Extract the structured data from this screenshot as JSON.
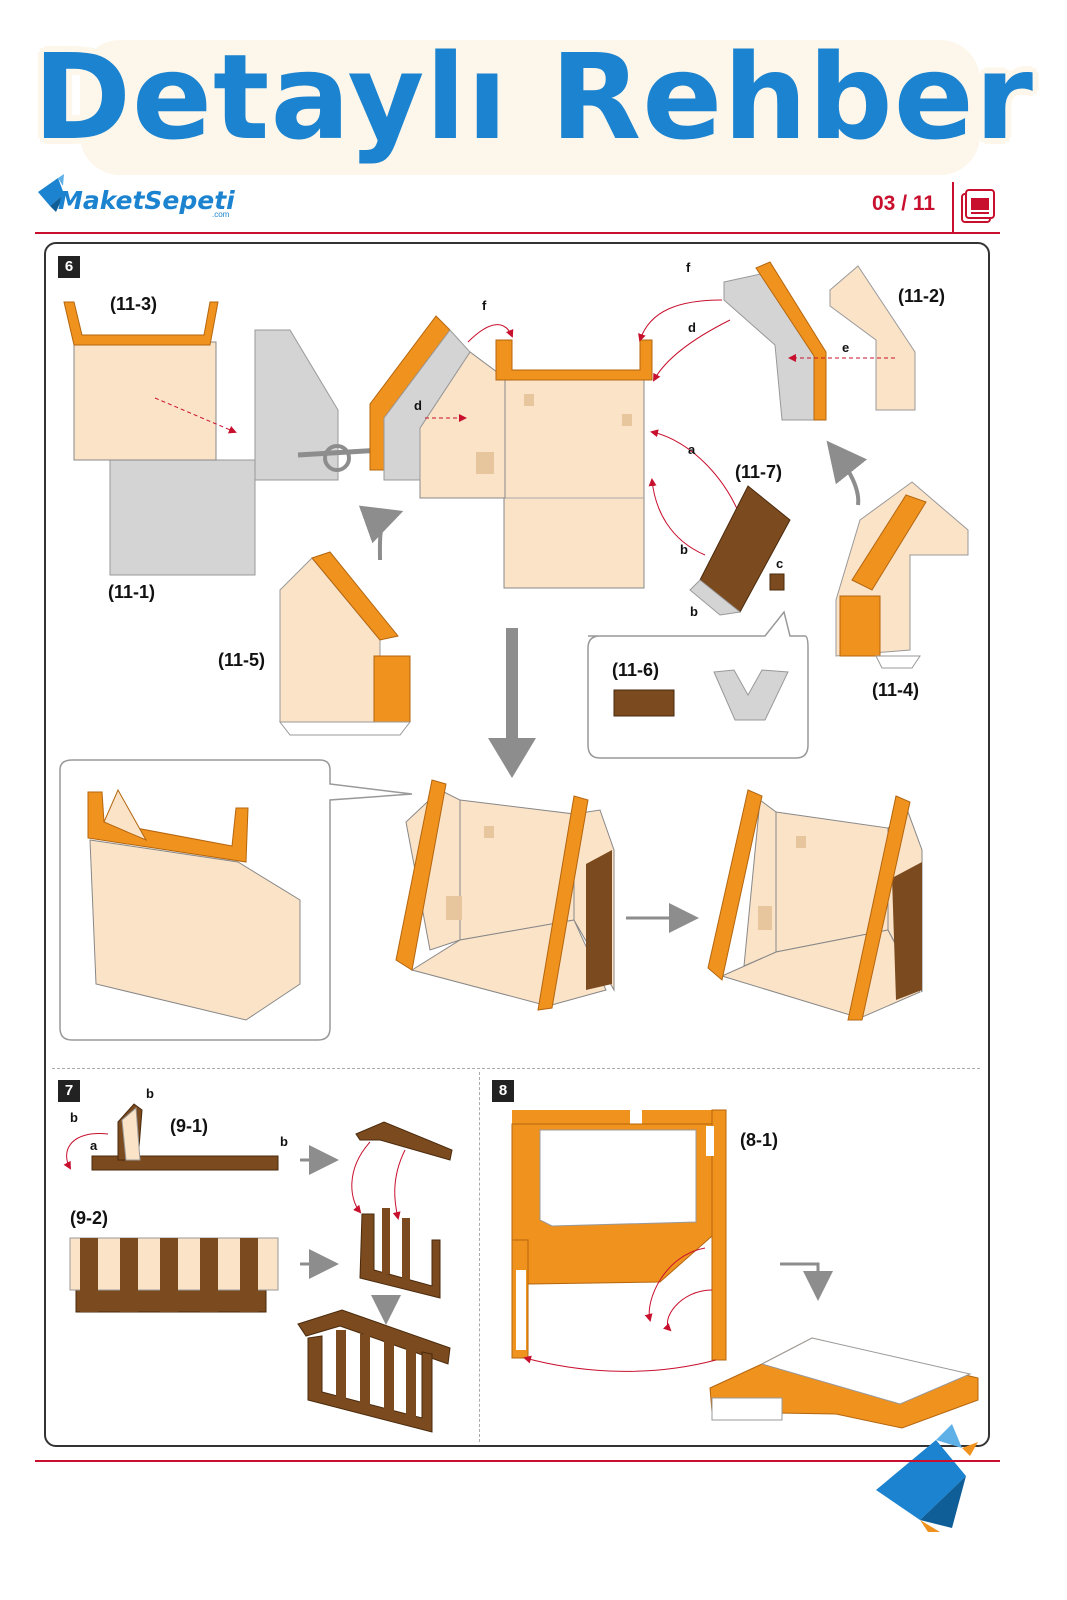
{
  "header": {
    "title": "Detaylı Rehber",
    "brand": "MaketSepeti",
    "brand_suffix": ".com",
    "page_indicator": "03 / 11",
    "icons": [
      "bird-logo-icon",
      "document-icon"
    ]
  },
  "steps": [
    {
      "number": "6"
    },
    {
      "number": "7"
    },
    {
      "number": "8"
    }
  ],
  "part_labels": {
    "p11_3": "(11-3)",
    "p11_1": "(11-1)",
    "p11_2": "(11-2)",
    "p11_7": "(11-7)",
    "p11_5": "(11-5)",
    "p11_6": "(11-6)",
    "p11_4": "(11-4)",
    "p9_1": "(9-1)",
    "p9_2": "(9-2)",
    "p8_1": "(8-1)"
  },
  "glue_letters": {
    "a": "a",
    "b": "b",
    "c": "c",
    "d": "d",
    "e": "e",
    "f": "f"
  },
  "colors": {
    "brand_blue": "#1b83cf",
    "accent_red": "#c8102e",
    "wall": "#fbe3c8",
    "trim": "#f0921e",
    "wood": "#7b4a1e",
    "grey_part": "#d4d4d4"
  }
}
